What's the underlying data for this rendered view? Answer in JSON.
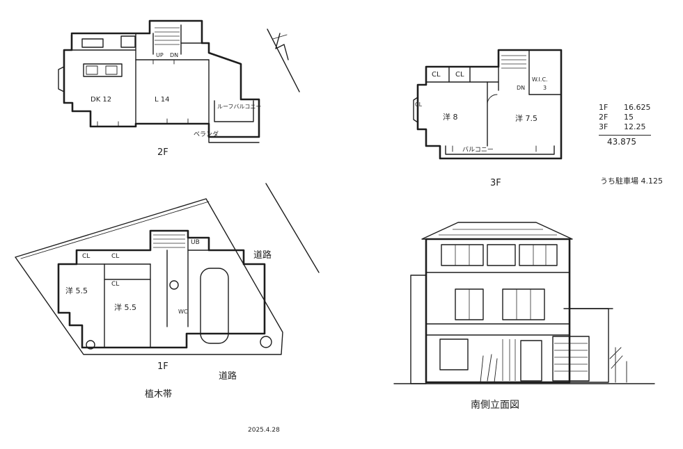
{
  "drawing": {
    "date": "2025.4.28"
  },
  "floor2": {
    "caption": "2F",
    "rooms": {
      "dk": "DK 12",
      "l": "L 14",
      "balcony": "ルーフバルコニー",
      "up": "UP",
      "dn": "DN",
      "bottom": "ベランダ"
    }
  },
  "floor3": {
    "caption": "3F",
    "rooms": {
      "cl1": "CL",
      "cl2": "CL",
      "wic": "W.I.C.",
      "wic_size": "3",
      "dn": "DN",
      "room1": "洋 8",
      "room2": "洋 7.5",
      "closet_side": "CL",
      "bottom": "バルコニー"
    }
  },
  "areas": {
    "rows": [
      {
        "floor": "1F",
        "value": "16.625"
      },
      {
        "floor": "2F",
        "value": "15"
      },
      {
        "floor": "3F",
        "value": "12.25"
      }
    ],
    "total": "43.875",
    "note": "うち駐車場 4.125"
  },
  "floor1": {
    "caption": "1F",
    "rooms": {
      "cl1": "CL",
      "cl2": "CL",
      "ub": "UB",
      "cl3": "CL",
      "room1": "洋 5.5",
      "room2": "洋 5.5",
      "wc": "WC",
      "road_right": "道路",
      "road_bottom": "道路",
      "planting": "植木帯"
    }
  },
  "elevation": {
    "caption": "南側立面図"
  }
}
